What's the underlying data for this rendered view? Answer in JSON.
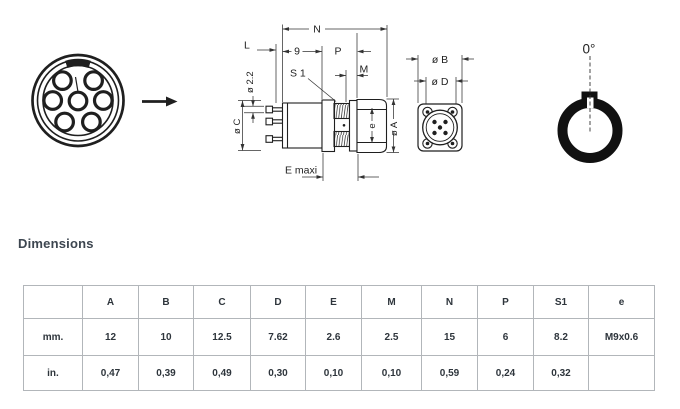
{
  "section_title": "Dimensions",
  "drawing": {
    "labels": {
      "n": "N",
      "l": "L",
      "nine": "9",
      "p": "P",
      "s1": "S 1",
      "m": "M",
      "dia22": "ø 2.2",
      "diaC": "ø C",
      "e": "e",
      "diaA": "ø A",
      "eMaxi": "E maxi",
      "diaB": "ø B",
      "diaD": "ø D",
      "zeroDeg": "0°"
    }
  },
  "table": {
    "columns": [
      "",
      "A",
      "B",
      "C",
      "D",
      "E",
      "M",
      "N",
      "P",
      "S1",
      "e"
    ],
    "rows": [
      {
        "label": "mm.",
        "values": [
          "12",
          "10",
          "12.5",
          "7.62",
          "2.6",
          "2.5",
          "15",
          "6",
          "8.2",
          "M9x0.6"
        ]
      },
      {
        "label": "in.",
        "values": [
          "0,47",
          "0,39",
          "0,49",
          "0,30",
          "0,10",
          "0,10",
          "0,59",
          "0,24",
          "0,32",
          ""
        ]
      }
    ]
  },
  "colors": {
    "ink": "#1f1f1f",
    "dimension_line": "#333333",
    "table_border": "#b2b6ba",
    "table_text": "#2e353c",
    "heading_text": "#3d4650"
  }
}
